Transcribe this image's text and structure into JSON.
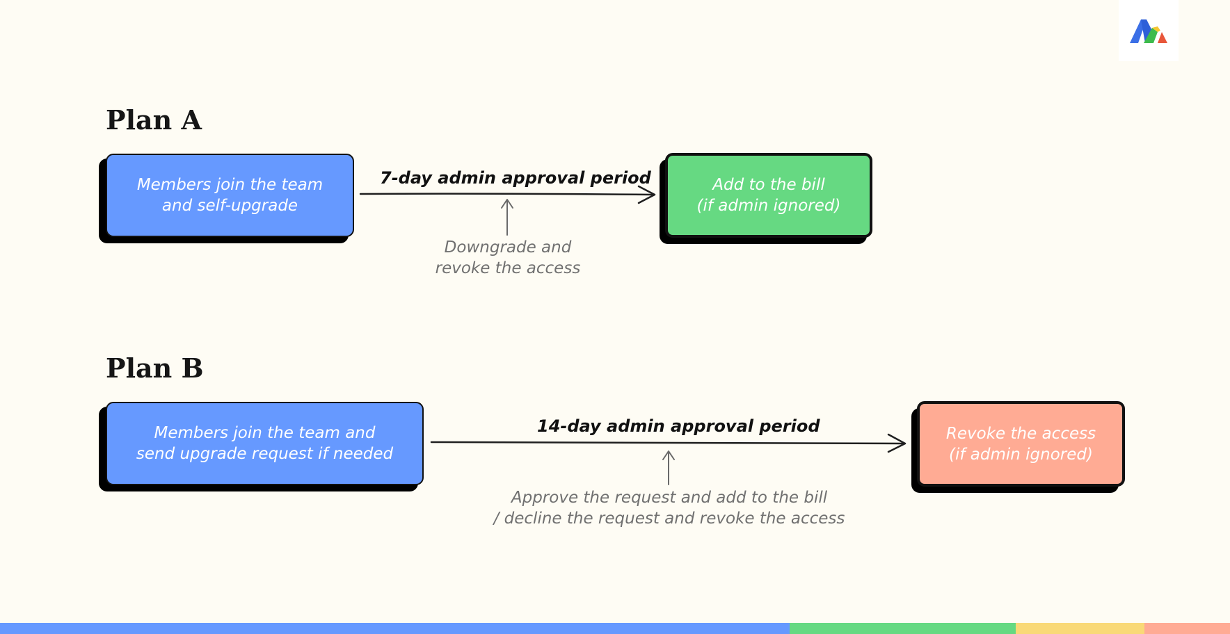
{
  "plan_a": {
    "title": "Plan A",
    "start_box": "Members join the team\nand self-upgrade",
    "period_label": "7-day admin approval period",
    "note": "Downgrade and\nrevoke the access",
    "end_box": "Add to the bill\n(if admin ignored)"
  },
  "plan_b": {
    "title": "Plan B",
    "start_box": "Members join the team and\nsend upgrade request if needed",
    "period_label": "14-day admin approval period",
    "note": "Approve the request and add to the bill\n/ decline the request and revoke the access",
    "end_box": "Revoke the access\n(if admin ignored)"
  },
  "colors": {
    "background": "#fefcf4",
    "blue": "#6699ff",
    "green": "#66d982",
    "salmon": "#ffab94",
    "yellow": "#f9d977"
  },
  "logo_icon": "brand-logo-icon"
}
